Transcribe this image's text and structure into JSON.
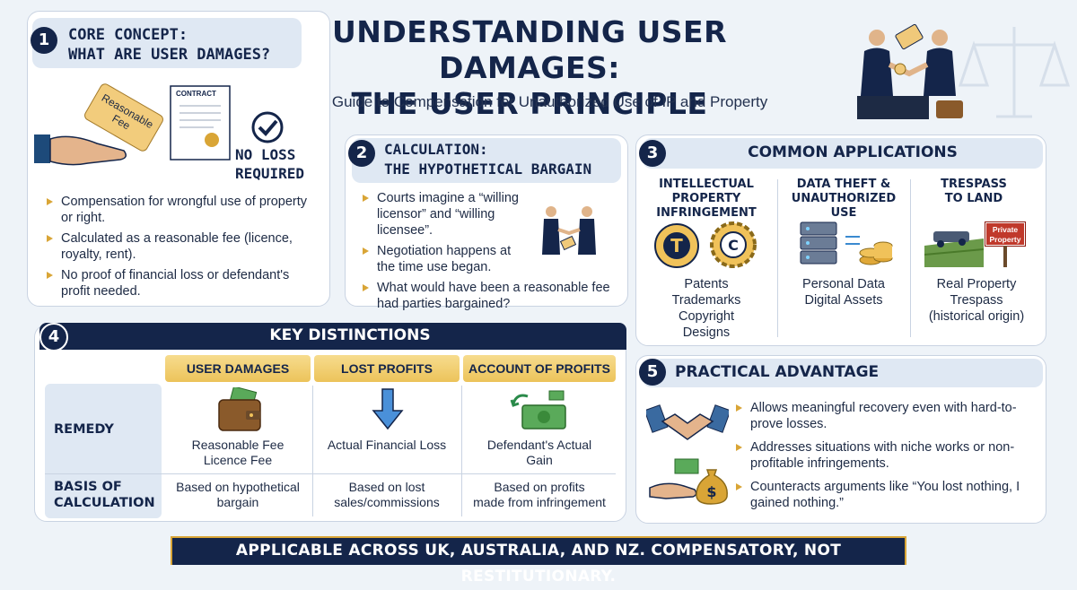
{
  "header": {
    "title_line1": "UNDERSTANDING USER DAMAGES:",
    "title_line2": "THE USER PRINCIPLE",
    "subtitle": "A Guide to Compensation for Unauthorized Use of IP and Property"
  },
  "section1": {
    "number": "1",
    "heading_line1": "CORE CONCEPT:",
    "heading_line2": "WHAT ARE USER DAMAGES?",
    "tag_text": "Reasonable Fee",
    "contract_label": "CONTRACT",
    "no_loss_line1": "NO LOSS",
    "no_loss_line2": "REQUIRED",
    "bullets": [
      "Compensation for wrongful use of property or right.",
      "Calculated as a reasonable fee (licence, royalty, rent).",
      "No proof of financial loss or defendant's profit needed."
    ]
  },
  "section2": {
    "number": "2",
    "heading_line1": "CALCULATION:",
    "heading_line2": "THE HYPOTHETICAL BARGAIN",
    "bullets": [
      "Courts imagine a “willing licensor” and “willing licensee”.",
      "Negotiation happens at the time use began.",
      "What would have been a reasonable fee had parties bargained?"
    ]
  },
  "section3": {
    "number": "3",
    "heading": "COMMON APPLICATIONS",
    "columns": [
      {
        "title_line1": "INTELLECTUAL PROPERTY",
        "title_line2": "INFRINGEMENT",
        "items": [
          "Patents",
          "Trademarks",
          "Copyright",
          "Designs"
        ]
      },
      {
        "title_line1": "DATA THEFT &",
        "title_line2": "UNAUTHORIZED USE",
        "items": [
          "Personal Data",
          "Digital Assets"
        ]
      },
      {
        "title_line1": "TRESPASS",
        "title_line2": "TO LAND",
        "items": [
          "Real Property",
          "Trespass",
          "(historical origin)"
        ]
      }
    ],
    "sign_text_line1": "Private",
    "sign_text_line2": "Property"
  },
  "section4": {
    "number": "4",
    "heading": "KEY DISTINCTIONS",
    "columns": [
      "USER DAMAGES",
      "LOST PROFITS",
      "ACCOUNT OF PROFITS"
    ],
    "row_labels": {
      "remedy": "REMEDY",
      "basis_line1": "BASIS OF",
      "basis_line2": "CALCULATION"
    },
    "remedy": [
      {
        "line1": "Reasonable Fee",
        "line2": "Licence Fee"
      },
      {
        "line1": "Actual Financial Loss",
        "line2": ""
      },
      {
        "line1": "Defendant's Actual",
        "line2": "Gain"
      }
    ],
    "basis": [
      {
        "line1": "Based on hypothetical",
        "line2": "bargain"
      },
      {
        "line1": "Based on lost",
        "line2": "sales/commissions"
      },
      {
        "line1": "Based on profits",
        "line2": "made from infringement"
      }
    ]
  },
  "section5": {
    "number": "5",
    "heading": "PRACTICAL ADVANTAGE",
    "bullets": [
      "Allows meaningful recovery even with hard-to-prove losses.",
      "Addresses situations with niche works or non-profitable infringements.",
      "Counteracts arguments like “You lost nothing, I gained nothing.”"
    ]
  },
  "footer": {
    "text": "APPLICABLE ACROSS UK, AUSTRALIA, AND NZ. COMPENSATORY, NOT RESTITUTIONARY."
  },
  "colors": {
    "navy": "#14254a",
    "gold": "#d9a536",
    "panel_band": "#dfe8f3",
    "background": "#eef3f8"
  },
  "icons": [
    "handshake-icon",
    "fee-tag-icon",
    "contract-icon",
    "checkmark-icon",
    "trademark-icon",
    "copyright-icon",
    "server-icon",
    "coins-icon",
    "car-icon",
    "sign-icon",
    "wallet-icon",
    "down-arrow-icon",
    "cash-icon",
    "money-bag-icon",
    "scales-icon"
  ]
}
